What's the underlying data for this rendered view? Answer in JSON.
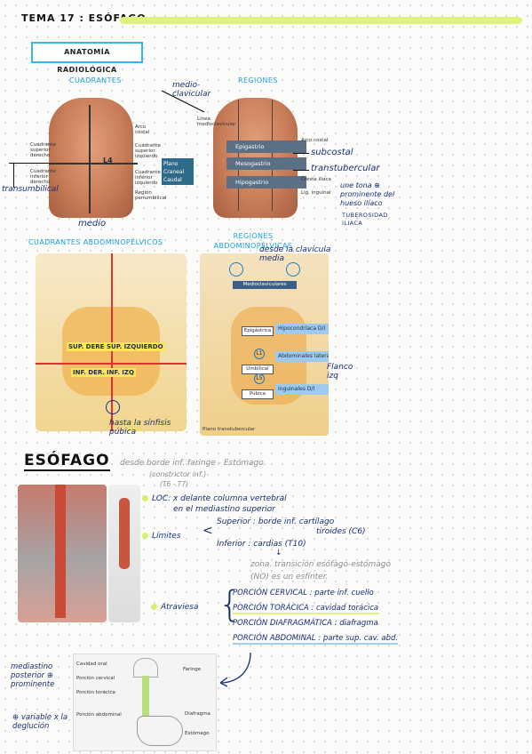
{
  "header": {
    "title": "TEMA 17 : ESÓFAGO",
    "section_label": "ANATOMÍA RADIOLÓGICA"
  },
  "figure1": {
    "heading_left": "CUADRANTES",
    "heading_right": "REGIONES",
    "note_medio_clavicular": "medio-clavicular",
    "note_transumbilical": "transumbilical",
    "note_medio": "medio",
    "note_subcostal": "subcostal",
    "note_transtubercular": "transtubercular",
    "note_tubercle": "une tona ⊕ prominente del hueso ilíaco",
    "note_tuberosidad": "TUBEROSIDAD ILIACA",
    "quadrant_labels": [
      "Cuadrante superior derecho",
      "Cuadrante inferior derecho",
      "Cuadrante superior izquierdo",
      "Cuadrante inferior izquierdo",
      "Arco costal",
      "Región periumbilical"
    ],
    "l4": "L4",
    "region_labels": [
      "Epigastrio",
      "Mesogastrio",
      "Hipogastrio"
    ],
    "plane_labels": [
      "Plano",
      "Craneal",
      "Caudal"
    ],
    "misc_labels": [
      "Línea medioclavicular",
      "Arco costal",
      "Cresta ilíaca",
      "Lig. inguinal"
    ]
  },
  "figure2": {
    "heading_left": "CUADRANTES ABDOMINOPÉLVICOS",
    "heading_right": "REGIONES ABDOMINOPÉLVICAS",
    "quadrants": [
      "SUP. DERECHO",
      "SUP. IZQUIERDO",
      "INF. DER.",
      "INF. IZQ"
    ],
    "note_sinfisis": "hasta la sínfisis púbica",
    "note_clavicula": "desde la clavícula media",
    "note_flanco": "Flanco izq",
    "region_boxes": [
      "Medioclaviculares",
      "Epigástrica",
      "Hipocondríaca D/I",
      "Abdominales laterales",
      "Umbilical",
      "Púbica",
      "Inguinales D/I"
    ],
    "l1": "L1",
    "l5": "L5",
    "plane_note": "Plano transtubercular"
  },
  "esofago": {
    "title": "ESÓFAGO",
    "desde": "desde borde inf. faringe - Estómago.",
    "constrictor": "(constrictor inf.)",
    "vert": "(T6 - T7)",
    "loc_1": "LOC: x delante columna vertebral",
    "loc_2": "en el mediastino superior",
    "limites_label": "Límites",
    "sup": "Superior : borde inf. cartílago",
    "sup_2": "tiroides (C6)",
    "inf": "Inferior : cardias (T10)",
    "zona": "zona. transición esófago-estómago",
    "esfinter": "(NO) es un esfínter.",
    "atraviesa": "Atraviesa",
    "porciones": [
      "PORCIÓN CERVICAL : parte inf. cuello",
      "PORCIÓN TORÁCICA : cavidad torácica",
      "PORCIÓN DIAFRAGMÁTICA : diafragma",
      "PORCIÓN ABDOMINAL : parte sup. cav. abd."
    ],
    "side_note_1": "mediastino posterior ⊕ prominente",
    "side_note_2": "⊕ variable x la deglución",
    "diagram_labels": [
      "Cavidad oral",
      "Porción cervical",
      "Porción torácica",
      "Porción abdominal",
      "Faringe",
      "Diafragma",
      "Estómago"
    ]
  }
}
